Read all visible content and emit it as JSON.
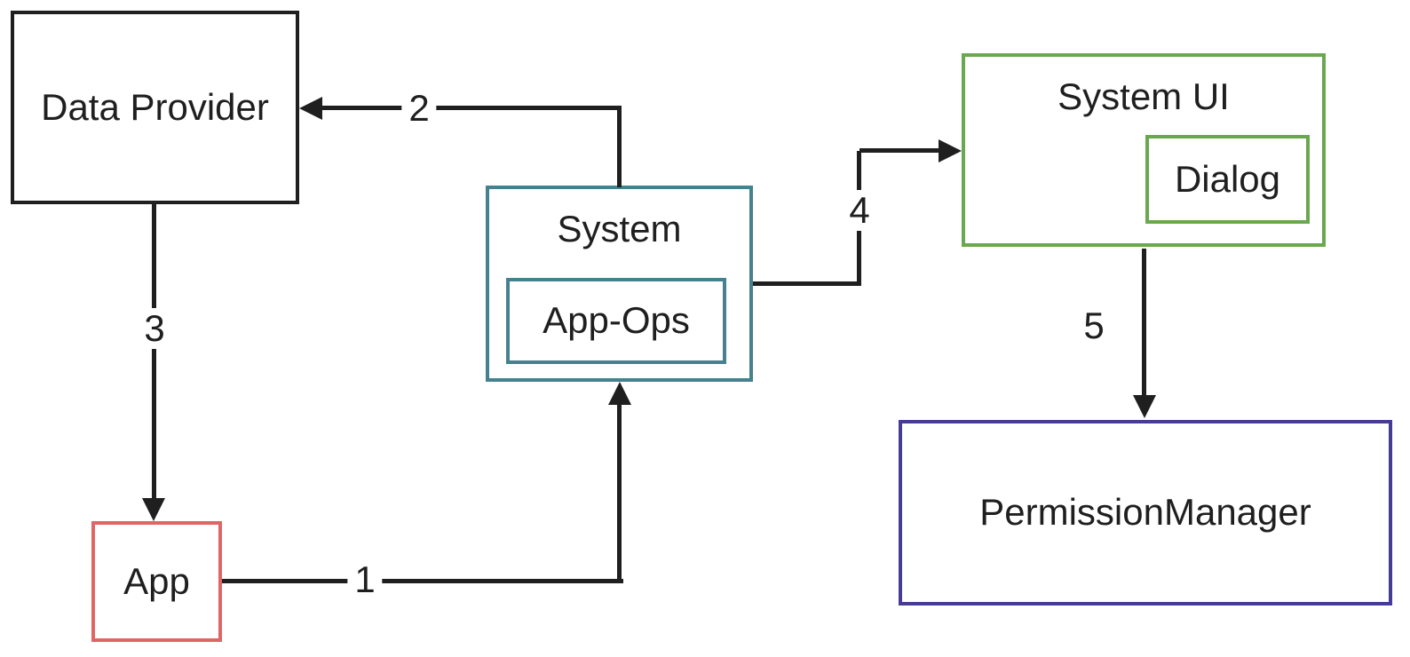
{
  "diagram": {
    "nodes": {
      "data_provider": {
        "label": "Data Provider",
        "border_color": "#1f1f1f"
      },
      "app": {
        "label": "App",
        "border_color": "#e06666"
      },
      "system": {
        "label": "System",
        "border_color": "#45818e"
      },
      "app_ops": {
        "label": "App-Ops",
        "border_color": "#45818e"
      },
      "system_ui": {
        "label": "System UI",
        "border_color": "#6aa84f"
      },
      "dialog": {
        "label": "Dialog",
        "border_color": "#6aa84f"
      },
      "permission_manager": {
        "label": "PermissionManager",
        "border_color": "#463c96"
      }
    },
    "edges": [
      {
        "step": "1",
        "from": "App",
        "to": "System"
      },
      {
        "step": "2",
        "from": "System",
        "to": "Data Provider"
      },
      {
        "step": "3",
        "from": "Data Provider",
        "to": "App"
      },
      {
        "step": "4",
        "from": "System",
        "to": "System UI"
      },
      {
        "step": "5",
        "from": "System UI",
        "to": "PermissionManager"
      }
    ],
    "colors": {
      "line": "#1f1f1f",
      "background": "#ffffff"
    }
  }
}
